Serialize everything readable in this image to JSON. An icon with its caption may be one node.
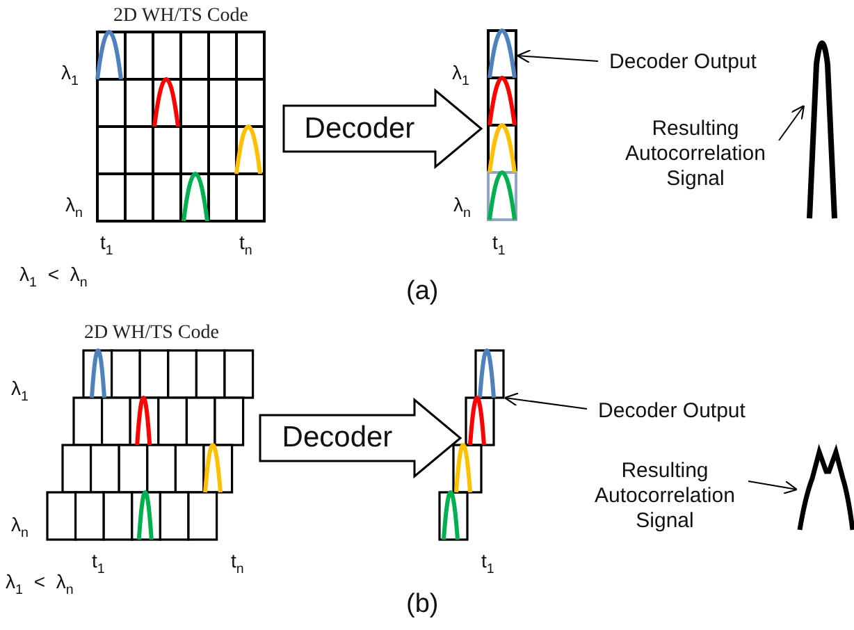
{
  "diagram": {
    "nodes": [
      {
        "text": [
          "2D WH/TS Code"
        ]
      },
      {
        "text": [],
        "shape": "box"
      },
      {
        "text": [
          "Decoder Output"
        ]
      },
      {
        "text": [
          "Resulting Autocorrelation Signal"
        ]
      },
      {
        "text": [],
        "shape": "picture"
      },
      {
        "text": [
          "2D WH/TS Code"
        ]
      },
      {
        "text": [],
        "shape": "box"
      },
      {
        "text": [
          "Decoder Output"
        ]
      },
      {
        "text": [
          "Resulting Autocorrelation Signal"
        ]
      },
      {
        "text": [],
        "shape": "picture"
      }
    ],
    "edges": [
      {
        "from": 0,
        "to": 1,
        "arrow": "to",
        "label": "Decoder",
        "style": "thick"
      },
      {
        "from": 2,
        "to": 1,
        "arrow": "to"
      },
      {
        "from": 3,
        "to": 4,
        "arrow": "to"
      },
      {
        "from": 5,
        "to": 6,
        "arrow": "to",
        "label": "Decoder",
        "style": "thick"
      },
      {
        "from": 7,
        "to": 6,
        "arrow": "to"
      },
      {
        "from": 8,
        "to": 9,
        "arrow": "to"
      }
    ],
    "labels": [
      "λ$_{1}$",
      "λ$_{n}$",
      "t$_{1}$",
      "t$_{n}$",
      "λ$_{1}$",
      "λ$_{n}$",
      "t$_{1}$",
      "λ$_{1}$ < λ$_{n}$",
      "(a)",
      "λ$_{1}$",
      "λ$_{n}$",
      "t$_{1}$",
      "t$_{n}$",
      "t$_{1}$",
      "λ$_{1}$ < λ$_{n}$",
      "(b)"
    ]
  }
}
